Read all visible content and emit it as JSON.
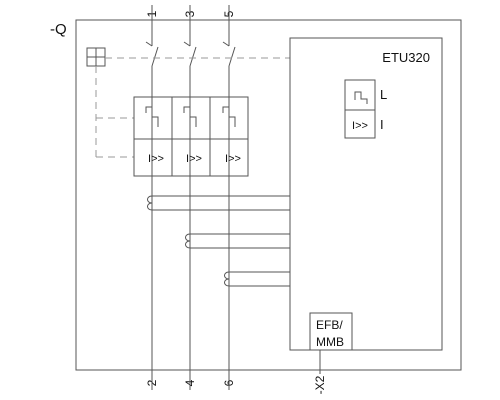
{
  "device": {
    "designation": "-Q",
    "connector": "-X2"
  },
  "terminals": {
    "top": [
      "1",
      "3",
      "5"
    ],
    "bottom": [
      "2",
      "4",
      "6"
    ]
  },
  "trip_unit": {
    "name": "ETU320",
    "protection_L": "L",
    "protection_I_symbol": "I>>",
    "protection_I": "I"
  },
  "pole_releases": {
    "symbol": "I>>"
  },
  "module": {
    "line1": "EFB/",
    "line2": "MMB"
  },
  "colors": {
    "line": "#555555",
    "dash": "#999999",
    "text": "#111111"
  }
}
